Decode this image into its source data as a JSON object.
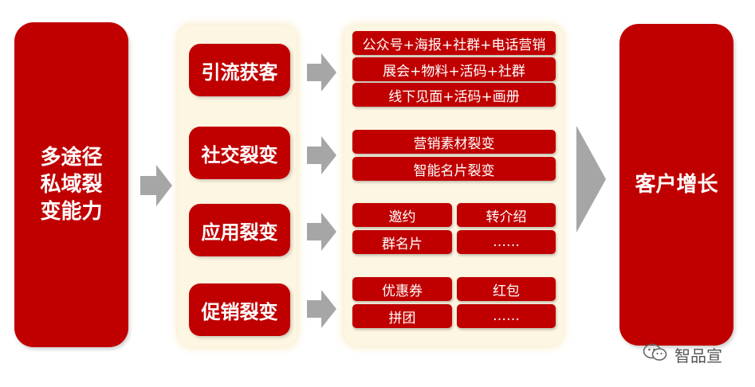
{
  "source": {
    "line1": "多途径",
    "line2": "私域裂",
    "line3": "变能力"
  },
  "categories": [
    {
      "label": "引流获客",
      "items": [
        "公众号+海报+社群+电话营销",
        "展会+物料+活码+社群",
        "线下见面+活码+画册"
      ]
    },
    {
      "label": "社交裂变",
      "items": [
        "营销素材裂变",
        "智能名片裂变"
      ]
    },
    {
      "label": "应用裂变",
      "items": [
        "邀约",
        "转介绍",
        "群名片",
        "……"
      ]
    },
    {
      "label": "促销裂变",
      "items": [
        "优惠券",
        "红包",
        "拼团",
        "……"
      ]
    }
  ],
  "target": {
    "label": "客户增长"
  },
  "watermark": {
    "text": "智品宣",
    "icon": "wechat-icon"
  },
  "colors": {
    "primary": "#c00000",
    "panel": "#fdf6e2",
    "arrow": "#a6a6a6",
    "text_on_primary": "#ffffff"
  }
}
